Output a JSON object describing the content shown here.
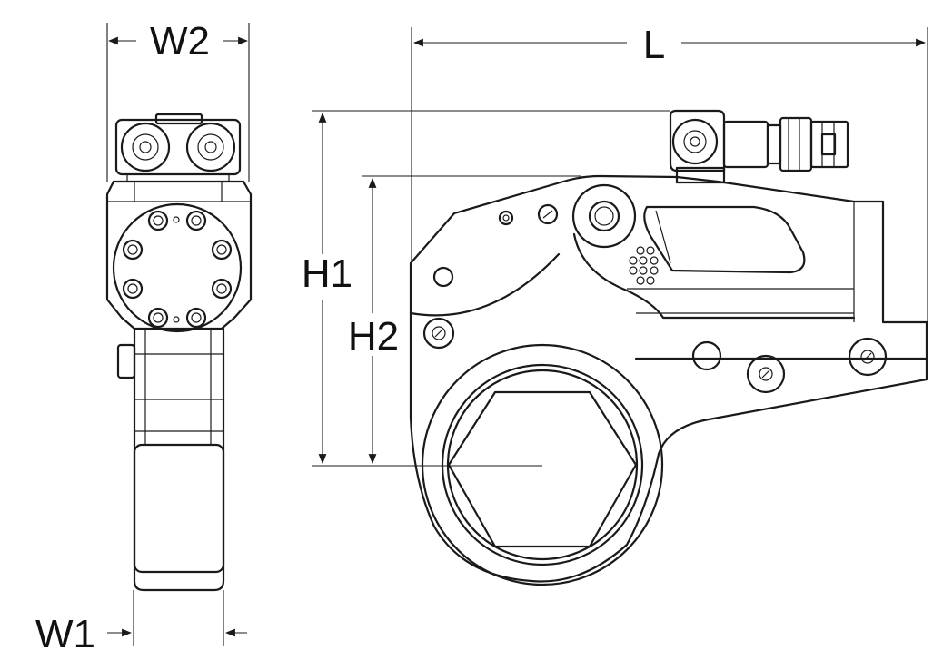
{
  "labels": {
    "w2": "W2",
    "l": "L",
    "h1": "H1",
    "h2": "H2",
    "w1": "W1"
  },
  "colors": {
    "line": "#1a1a1a",
    "background": "#ffffff"
  }
}
